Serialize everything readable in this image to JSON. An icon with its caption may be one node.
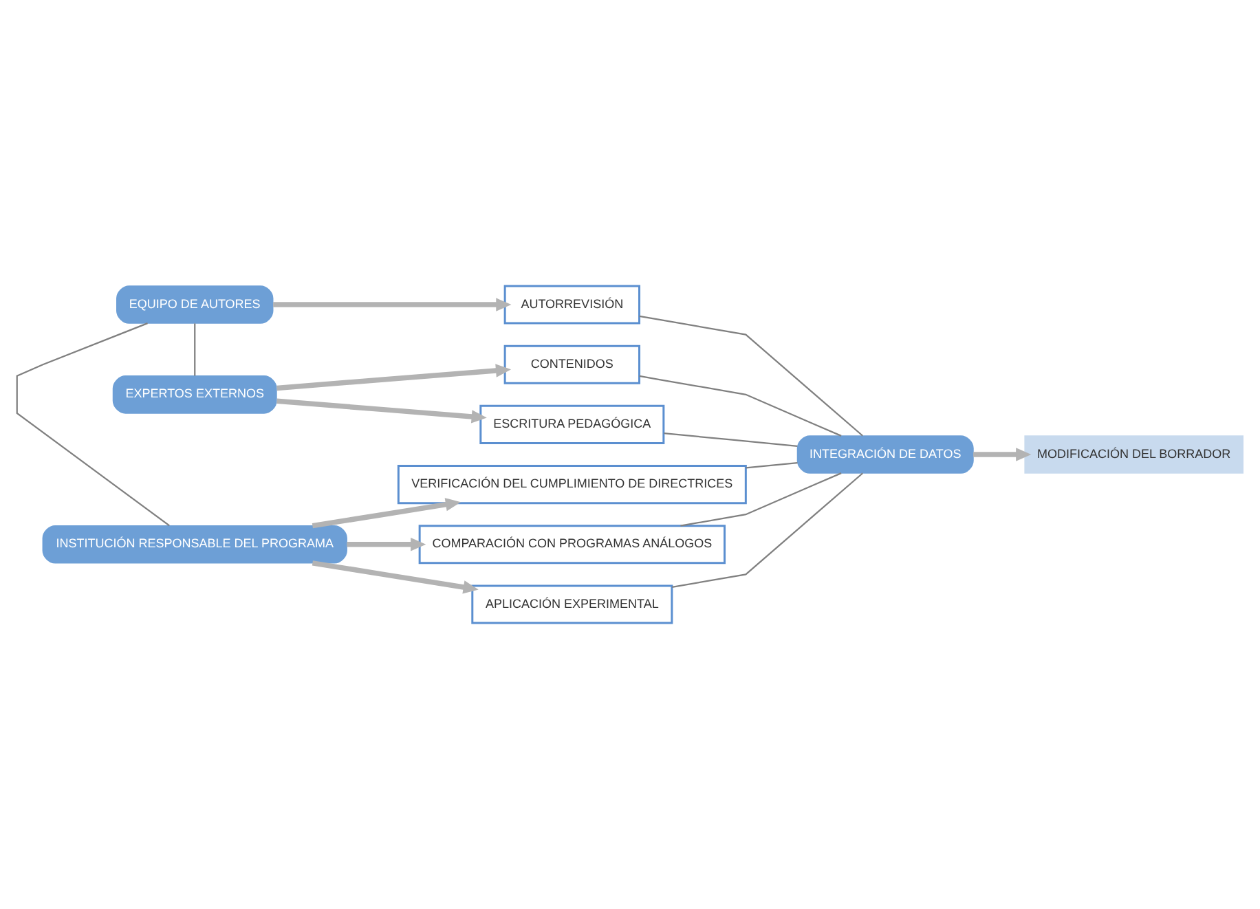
{
  "diagram": {
    "nodes": [
      {
        "text": [
          "EQUIPO DE AUTORES"
        ]
      },
      {
        "text": [
          "AUTORREVISIÓN"
        ]
      },
      {
        "text": [
          "EXPERTOS EXTERNOS"
        ]
      },
      {
        "text": [
          "CONTENIDOS"
        ]
      },
      {
        "text": [
          "ESCRITURA PEDAGÓGICA"
        ]
      },
      {
        "text": [
          "INTEGRACIÓN DE DATOS"
        ]
      },
      {
        "text": [
          "MODIFICACIÓN DEL BORRADOR"
        ]
      },
      {
        "text": [
          "INSTITUCIÓN RESPONSABLE DEL PROGRAMA"
        ]
      },
      {
        "text": [
          "VERIFICACIÓN DEL CUMPLIMIENTO DE DIRECTRICES"
        ]
      },
      {
        "text": [
          "COMPARACIÓN CON PROGRAMAS ANÁLOGOS"
        ]
      },
      {
        "text": [
          "APLICACIÓN EXPERIMENTAL"
        ]
      }
    ],
    "edges": [
      {
        "from": 0,
        "to": 2,
        "arrow": "none"
      },
      {
        "from": 0,
        "to": 7,
        "arrow": "none"
      },
      {
        "from": 0,
        "to": 1,
        "arrow": "to",
        "style": "thick",
        "color": "#b3b3b3"
      },
      {
        "from": 2,
        "to": 3,
        "arrow": "to",
        "style": "thick",
        "color": "#b3b3b3"
      },
      {
        "from": 2,
        "to": 4,
        "arrow": "to",
        "style": "thick",
        "color": "#b3b3b3"
      },
      {
        "from": 7,
        "to": 8,
        "arrow": "to",
        "style": "thick",
        "color": "#b3b3b3"
      },
      {
        "from": 7,
        "to": 9,
        "arrow": "to",
        "style": "thick",
        "color": "#b3b3b3"
      },
      {
        "from": 7,
        "to": 10,
        "arrow": "to",
        "style": "thick",
        "color": "#b3b3b3"
      },
      {
        "from": 1,
        "to": 5,
        "arrow": "none"
      },
      {
        "from": 3,
        "to": 5,
        "arrow": "none"
      },
      {
        "from": 4,
        "to": 5,
        "arrow": "none"
      },
      {
        "from": 8,
        "to": 5,
        "arrow": "none"
      },
      {
        "from": 9,
        "to": 5,
        "arrow": "none"
      },
      {
        "from": 10,
        "to": 5,
        "arrow": "none"
      },
      {
        "from": 5,
        "to": 6,
        "arrow": "to",
        "style": "thick",
        "color": "#b3b3b3"
      }
    ]
  }
}
